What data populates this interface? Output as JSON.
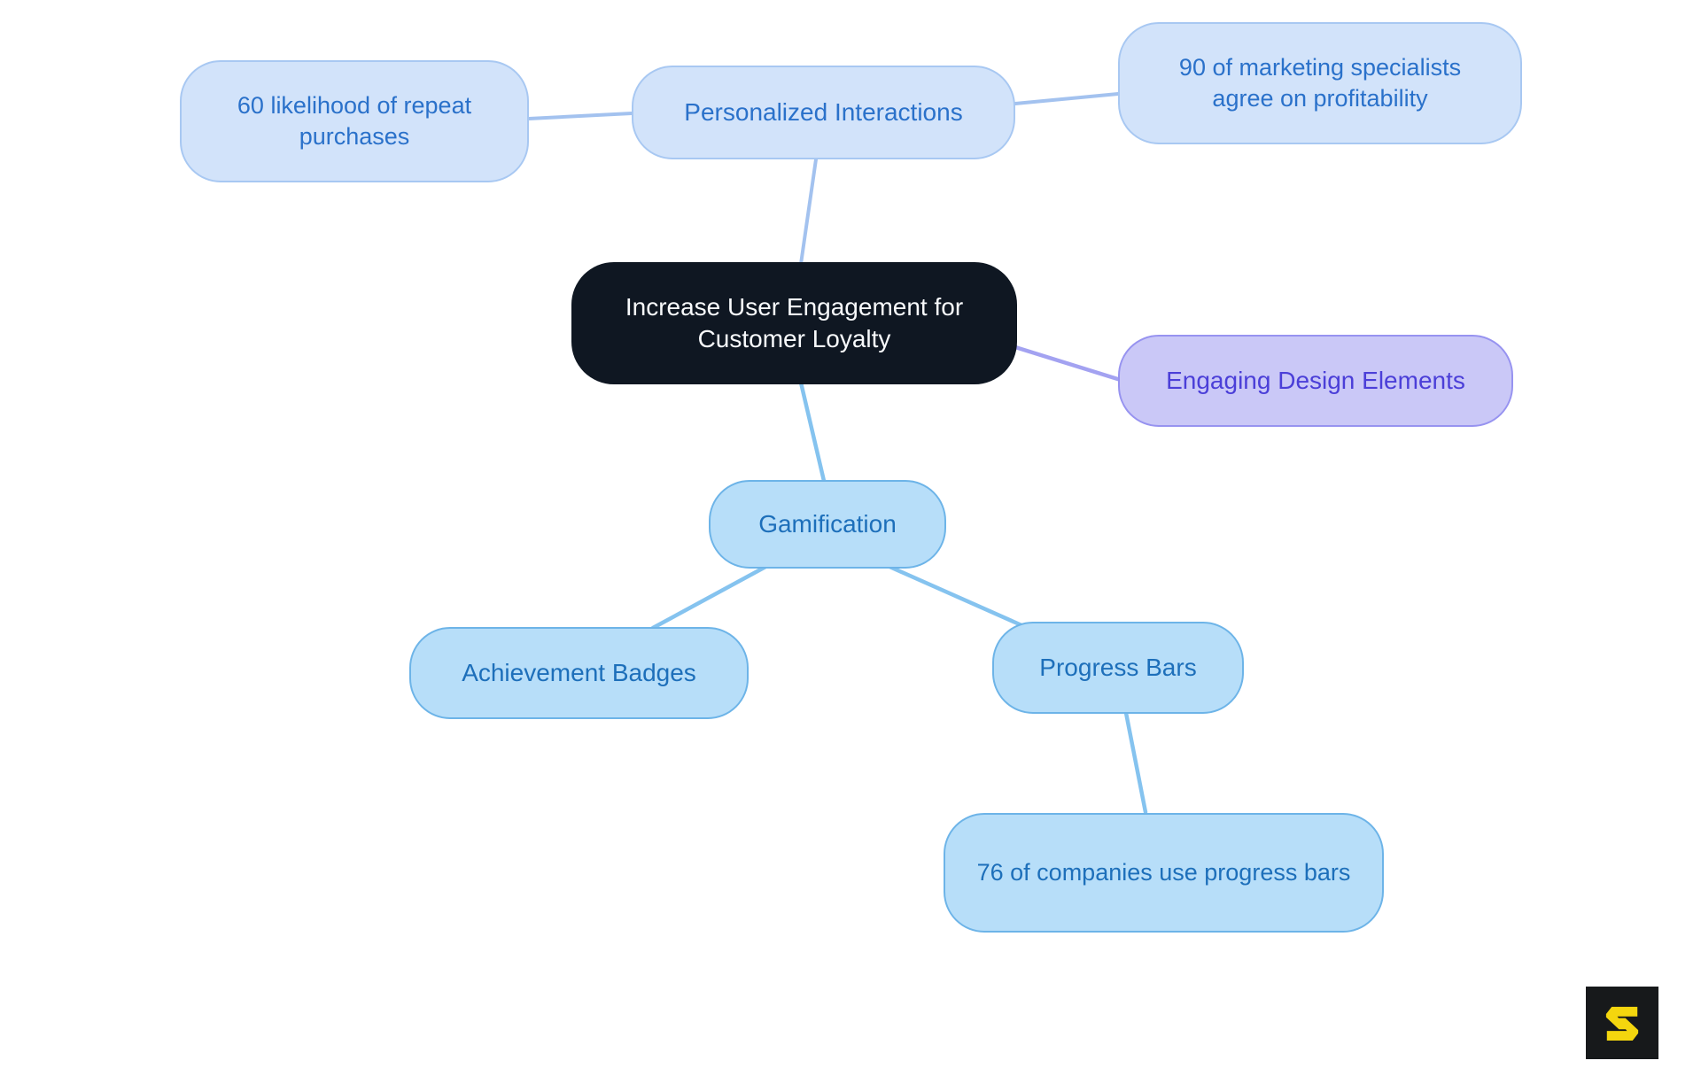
{
  "mindmap": {
    "root": {
      "label": "Increase User Engagement for Customer Loyalty"
    },
    "branches": [
      {
        "label": "Personalized Interactions",
        "children": [
          {
            "label": "60 likelihood of repeat purchases"
          },
          {
            "label": "90 of marketing specialists agree on profitability"
          }
        ]
      },
      {
        "label": "Engaging Design Elements",
        "children": []
      },
      {
        "label": "Gamification",
        "children": [
          {
            "label": "Achievement Badges"
          },
          {
            "label": "Progress Bars",
            "children": [
              {
                "label": "76 of companies use progress bars"
              }
            ]
          }
        ]
      }
    ]
  },
  "logo": {
    "icon": "s-logo-icon",
    "glyph": "S"
  },
  "theme": {
    "canvas_bg": "#ffffff",
    "peri_fill": "#d2e3fa",
    "peri_border": "#a8c8f2",
    "peri_text": "#2a71ca",
    "sky_fill": "#b7def9",
    "sky_border": "#6db4e8",
    "sky_text": "#1d6fba",
    "purple_fill": "#cac8f7",
    "purple_border": "#9793f0",
    "purple_text": "#4b3fd8",
    "root_fill": "#0f1722",
    "root_text": "#f8fafc",
    "edge_peri": "#a3c2ef",
    "edge_sky": "#85c3ef",
    "edge_purple": "#a3a2f1",
    "logo_bg": "#17191b",
    "logo_yellow": "#f4d60e"
  }
}
